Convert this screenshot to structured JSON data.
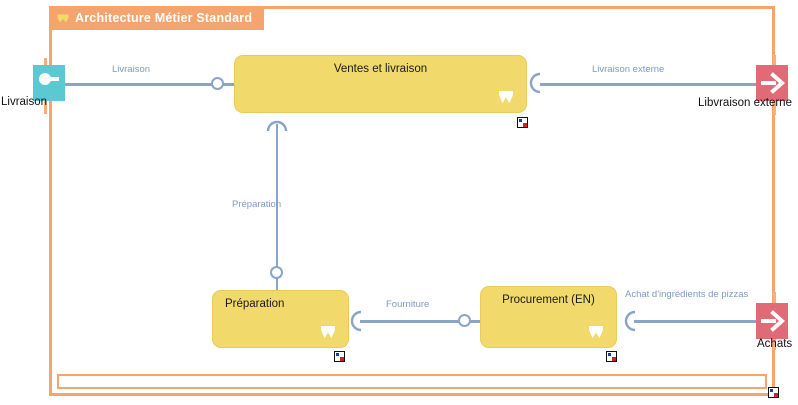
{
  "package": {
    "title": "Architecture Métier Standard",
    "icon": "crown-icon",
    "frame_color": "#F5A46E"
  },
  "colors": {
    "component_fill": "#F2D96B",
    "connector": "#8AA4C8",
    "connector_label": "#7E9AC0",
    "actor_provided": "#5BC8D2",
    "actor_required": "#E06A76",
    "frame": "#F5A46E"
  },
  "components": [
    {
      "id": "ventes-et-livraison",
      "name": "Ventes et livraison",
      "title_align": "center",
      "has_decomposition_badge": true
    },
    {
      "id": "preparation",
      "name": "Préparation",
      "title_align": "left",
      "has_decomposition_badge": true
    },
    {
      "id": "procurement-en",
      "name": "Procurement (EN)",
      "title_align": "center",
      "has_decomposition_badge": true
    }
  ],
  "external_actors": [
    {
      "id": "livraison-actor",
      "name": "Livraison",
      "kind": "provided-interface",
      "color": "#5BC8D2"
    },
    {
      "id": "libvraison-externe-actor",
      "name": "Libvraison externe",
      "kind": "required-interface",
      "color": "#E06A76"
    },
    {
      "id": "achats-actor",
      "name": "Achats",
      "kind": "required-interface",
      "color": "#E06A76"
    }
  ],
  "connectors": [
    {
      "id": "livraison-connector",
      "label": "Livraison",
      "from": "livraison-actor",
      "to": "ventes-et-livraison",
      "orientation": "horizontal",
      "end_notation": "ball"
    },
    {
      "id": "livraison-externe-connector",
      "label": "Livraison externe",
      "from": "ventes-et-livraison",
      "to": "libvraison-externe-actor",
      "orientation": "horizontal",
      "end_notation": "socket"
    },
    {
      "id": "preparation-connector",
      "label": "Préparation",
      "from": "ventes-et-livraison",
      "to": "preparation",
      "orientation": "vertical",
      "end_notation": "socket-and-ball"
    },
    {
      "id": "fourniture-connector",
      "label": "Fourniture",
      "from": "preparation",
      "to": "procurement-en",
      "orientation": "horizontal",
      "end_notation": "socket-and-ball"
    },
    {
      "id": "achat-ingredients-connector",
      "label": "Achat d'ingrédients de pizzas",
      "from": "procurement-en",
      "to": "achats-actor",
      "orientation": "horizontal",
      "end_notation": "socket"
    }
  ]
}
